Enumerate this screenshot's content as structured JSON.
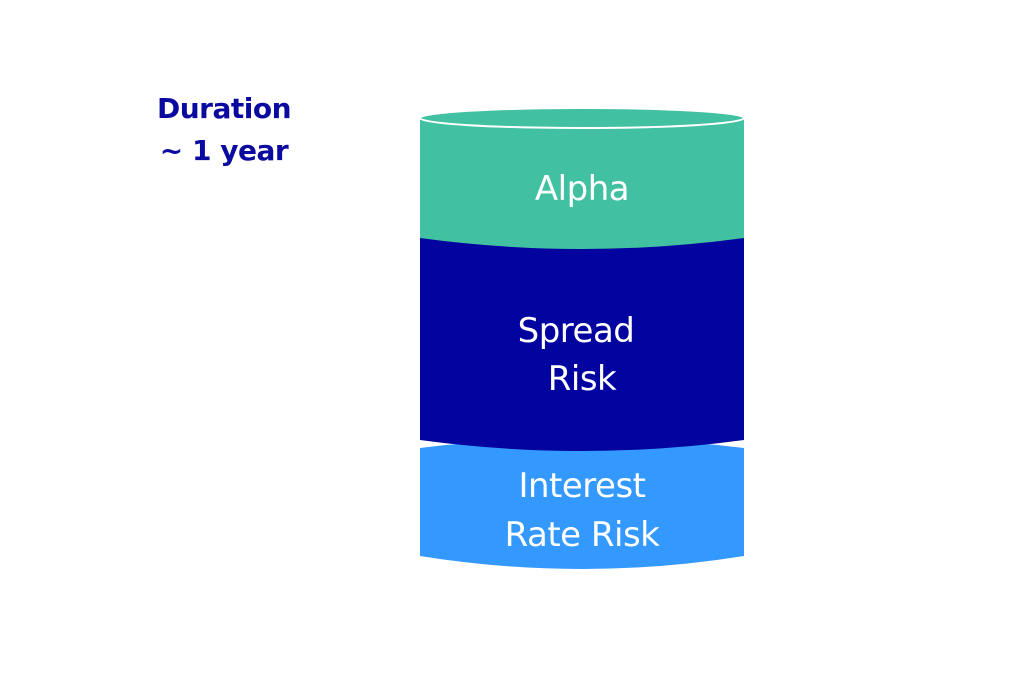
{
  "duration": {
    "line1": "Duration",
    "line2": "~ 1 year"
  },
  "layers": [
    {
      "id": "alpha",
      "lines": [
        "Alpha"
      ],
      "color": "#41C1A1"
    },
    {
      "id": "spread-risk",
      "lines": [
        "Spread",
        "Risk"
      ],
      "color": "#0303A0"
    },
    {
      "id": "interest-rate-risk",
      "lines": [
        "Interest",
        "Rate Risk"
      ],
      "color": "#3399FF"
    }
  ],
  "colors": {
    "title": "#0A0AA0",
    "rim": "#ffffff"
  }
}
